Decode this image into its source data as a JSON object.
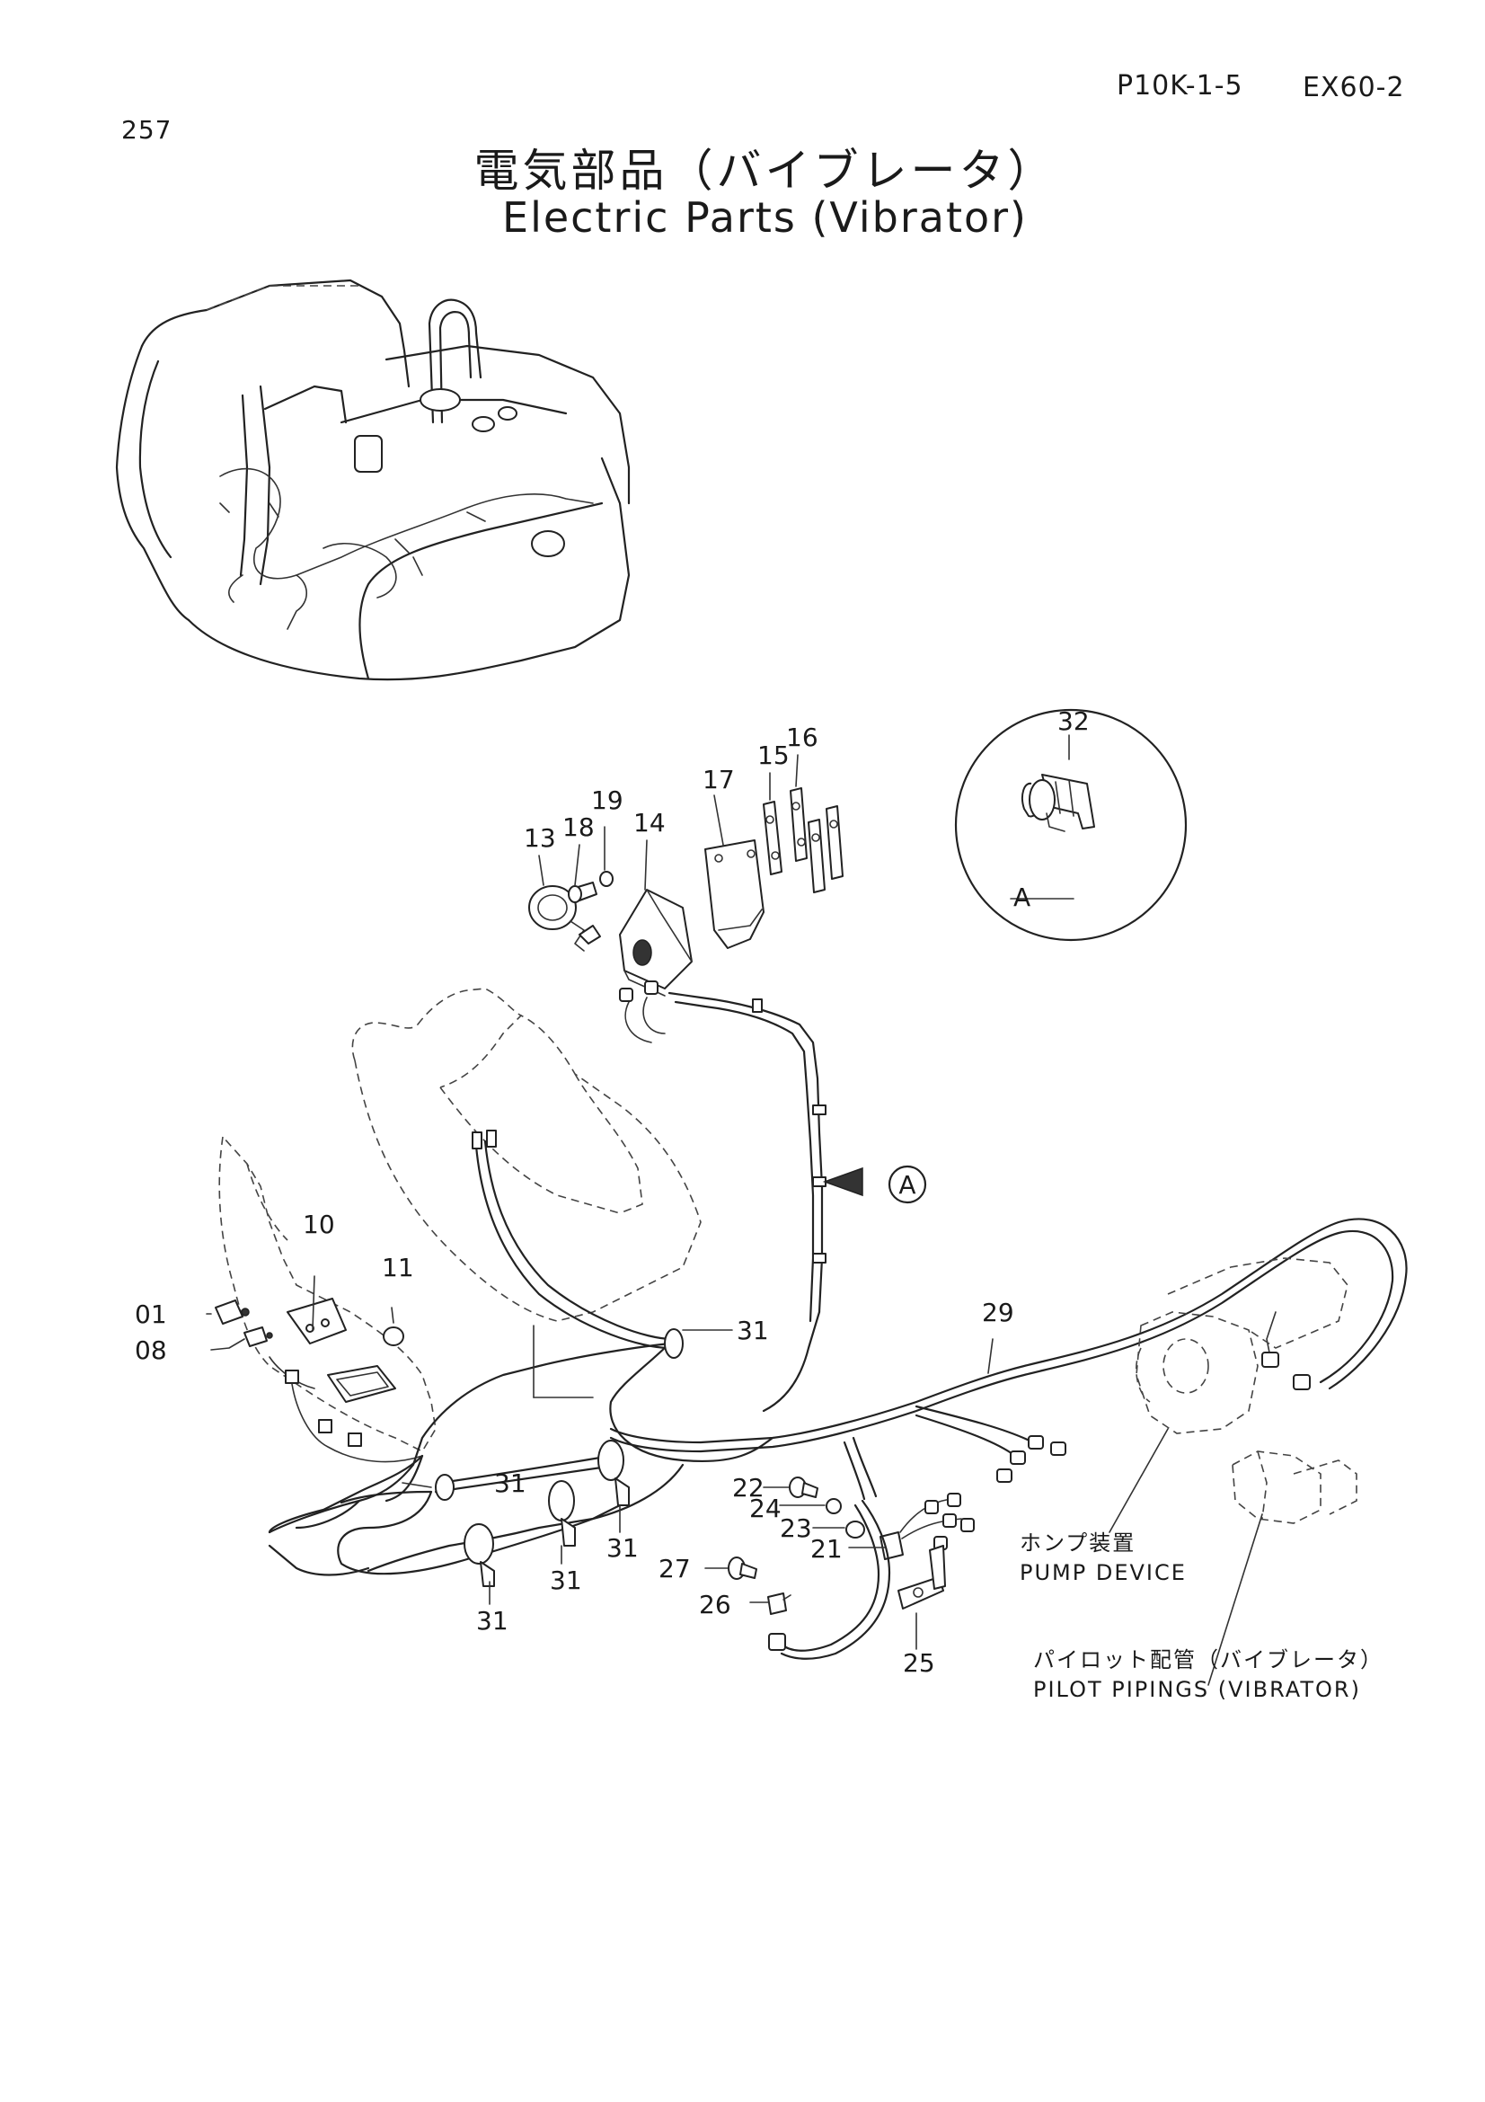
{
  "header": {
    "page_code": "P10K-1-5",
    "model": "EX60-2",
    "page_number": "257"
  },
  "title": {
    "japanese": "電気部品（バイブレータ）",
    "english": "Electric Parts (Vibrator)"
  },
  "detail_marker": "A",
  "callouts": [
    "01",
    "08",
    "10",
    "11",
    "13",
    "14",
    "15",
    "16",
    "17",
    "18",
    "19",
    "21",
    "22",
    "23",
    "24",
    "25",
    "26",
    "27",
    "29",
    "31",
    "32"
  ],
  "captions": {
    "pump_jp": "ホンプ装置",
    "pump_en": "PUMP DEVICE",
    "pilot_jp": "パイロット配管（バイブレータ）",
    "pilot_en": "PILOT PIPINGS (VIBRATOR)"
  }
}
